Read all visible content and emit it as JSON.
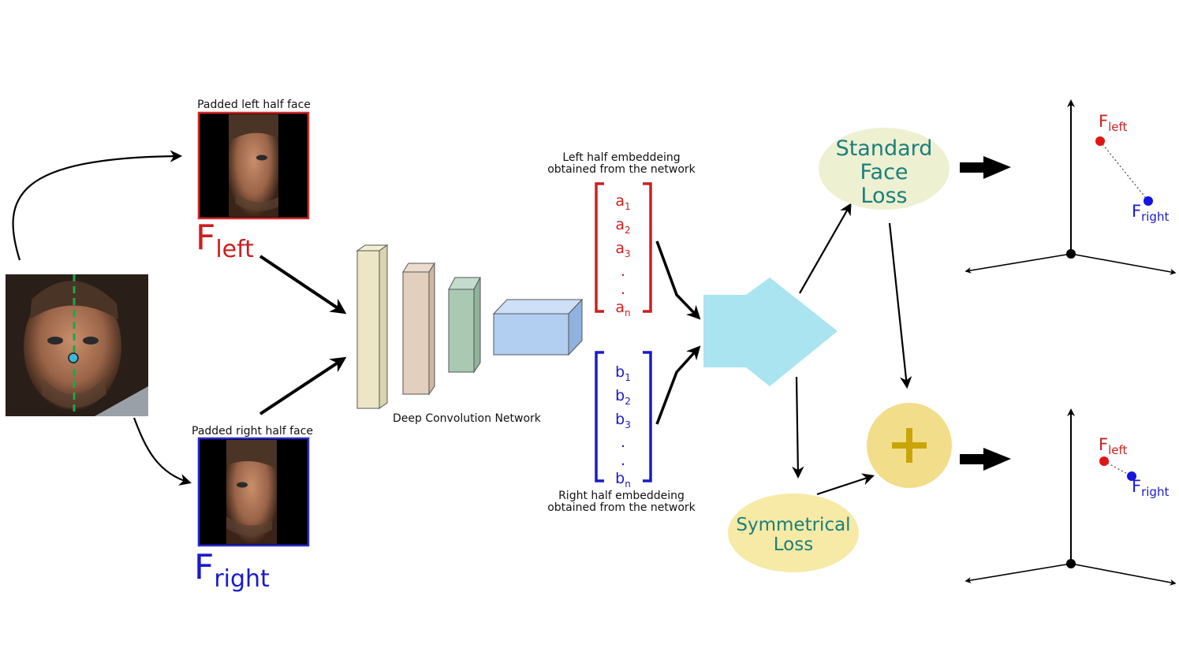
{
  "input_face": {
    "image": "frontal face photo split by green dashed midline",
    "left_panel_caption": "Padded left half face",
    "right_panel_caption": "Padded right half face"
  },
  "labels": {
    "f_left": {
      "main": "F",
      "sub": "left"
    },
    "f_right": {
      "main": "F",
      "sub": "right"
    }
  },
  "network": {
    "caption": "Deep Convolution Network"
  },
  "embeddings": {
    "left_caption_line1": "Left half embeddeing",
    "left_caption_line2": "obtained from the network",
    "right_caption_line1": "Right half embeddeing",
    "right_caption_line2": "obtained from the network",
    "left_vector": [
      "a",
      "a",
      "a",
      ".",
      ".",
      "a"
    ],
    "left_subs": [
      "1",
      "2",
      "3",
      "",
      "",
      "n"
    ],
    "right_vector": [
      "b",
      "b",
      "b",
      ".",
      ".",
      "b"
    ],
    "right_subs": [
      "1",
      "2",
      "3",
      "",
      "",
      "n"
    ]
  },
  "losses": {
    "standard_line1": "Standard",
    "standard_line2": "Face",
    "standard_line3": "Loss",
    "symmetrical_line1": "Symmetrical",
    "symmetrical_line2": "Loss",
    "combine_symbol": "+"
  },
  "plots": {
    "top_left": {
      "main": "F",
      "sub": "left"
    },
    "top_right": {
      "main": "F",
      "sub": "right"
    },
    "bottom_left": {
      "main": "F",
      "sub": "left"
    },
    "bottom_right": {
      "main": "F",
      "sub": "right"
    }
  },
  "colors": {
    "left": "#cc1f1f",
    "right": "#1a1acc",
    "loss_text": "#1a7f7a",
    "loss_fill": "#eef0d2",
    "sym_fill": "#f6eaa6",
    "plus_fill": "#f2de8a",
    "plus_symbol": "#c9a50a",
    "fc_fill": "#a9e4f0",
    "midline": "#1fa64a"
  }
}
